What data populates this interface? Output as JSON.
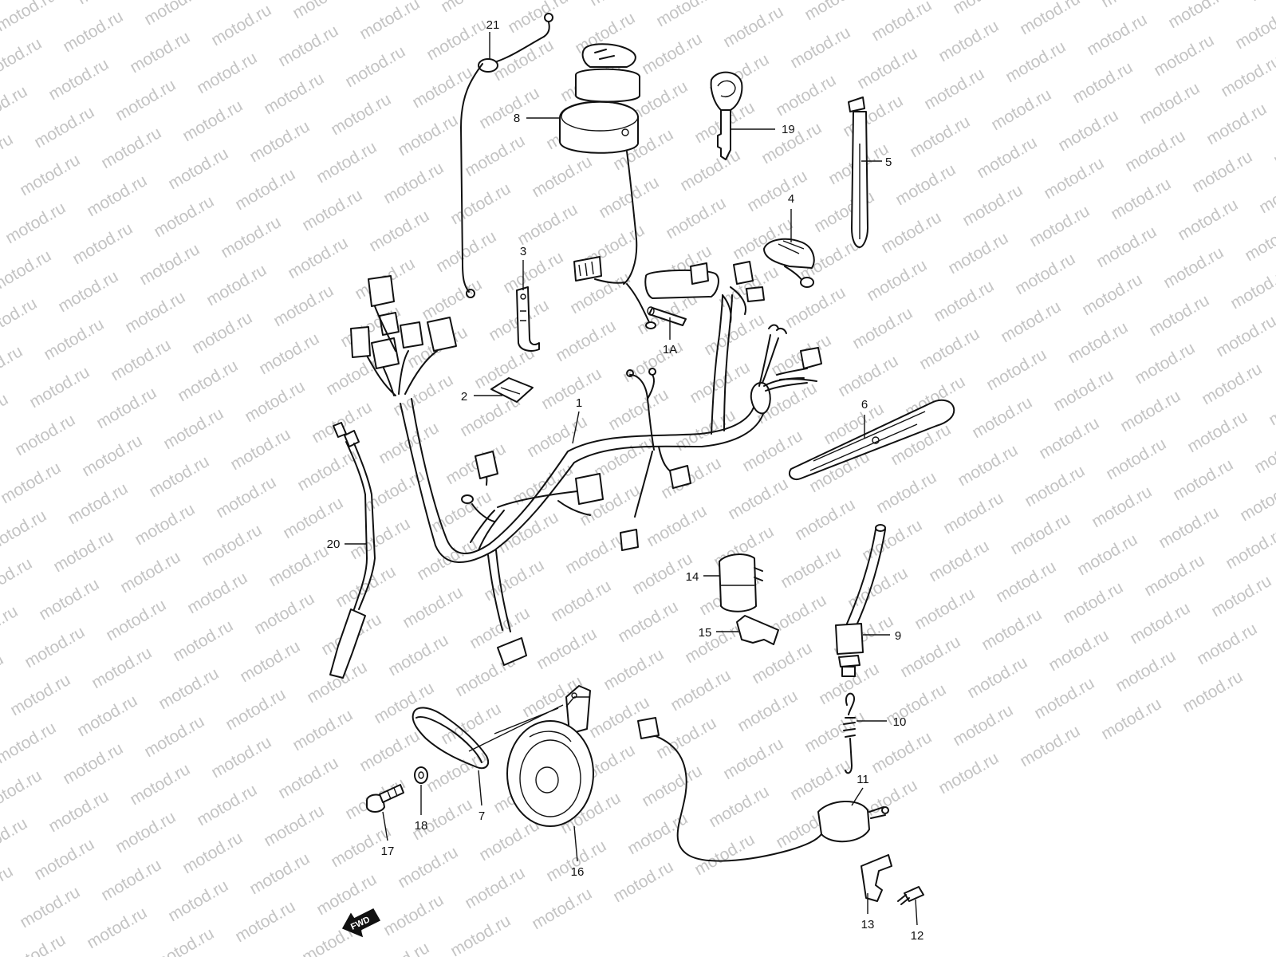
{
  "watermark": {
    "text": "motod.ru"
  },
  "direction_arrow": {
    "label": "FWD"
  },
  "callouts": {
    "harness_1": "1",
    "fuse_1a": "1A",
    "band_2": "2",
    "clamp_3": "3",
    "clamp_4": "4",
    "band_5": "5",
    "cover_6": "6",
    "lead_7": "7",
    "ignition_switch_8": "8",
    "switch_9": "9",
    "spring_10": "10",
    "switch_11": "11",
    "screw_12": "12",
    "bracket_13": "13",
    "relay_14": "14",
    "bracket_15": "15",
    "horn_16": "16",
    "bolt_17": "17",
    "washer_18": "18",
    "key_19": "19",
    "lead_20": "20",
    "ground_lead_21": "21"
  }
}
